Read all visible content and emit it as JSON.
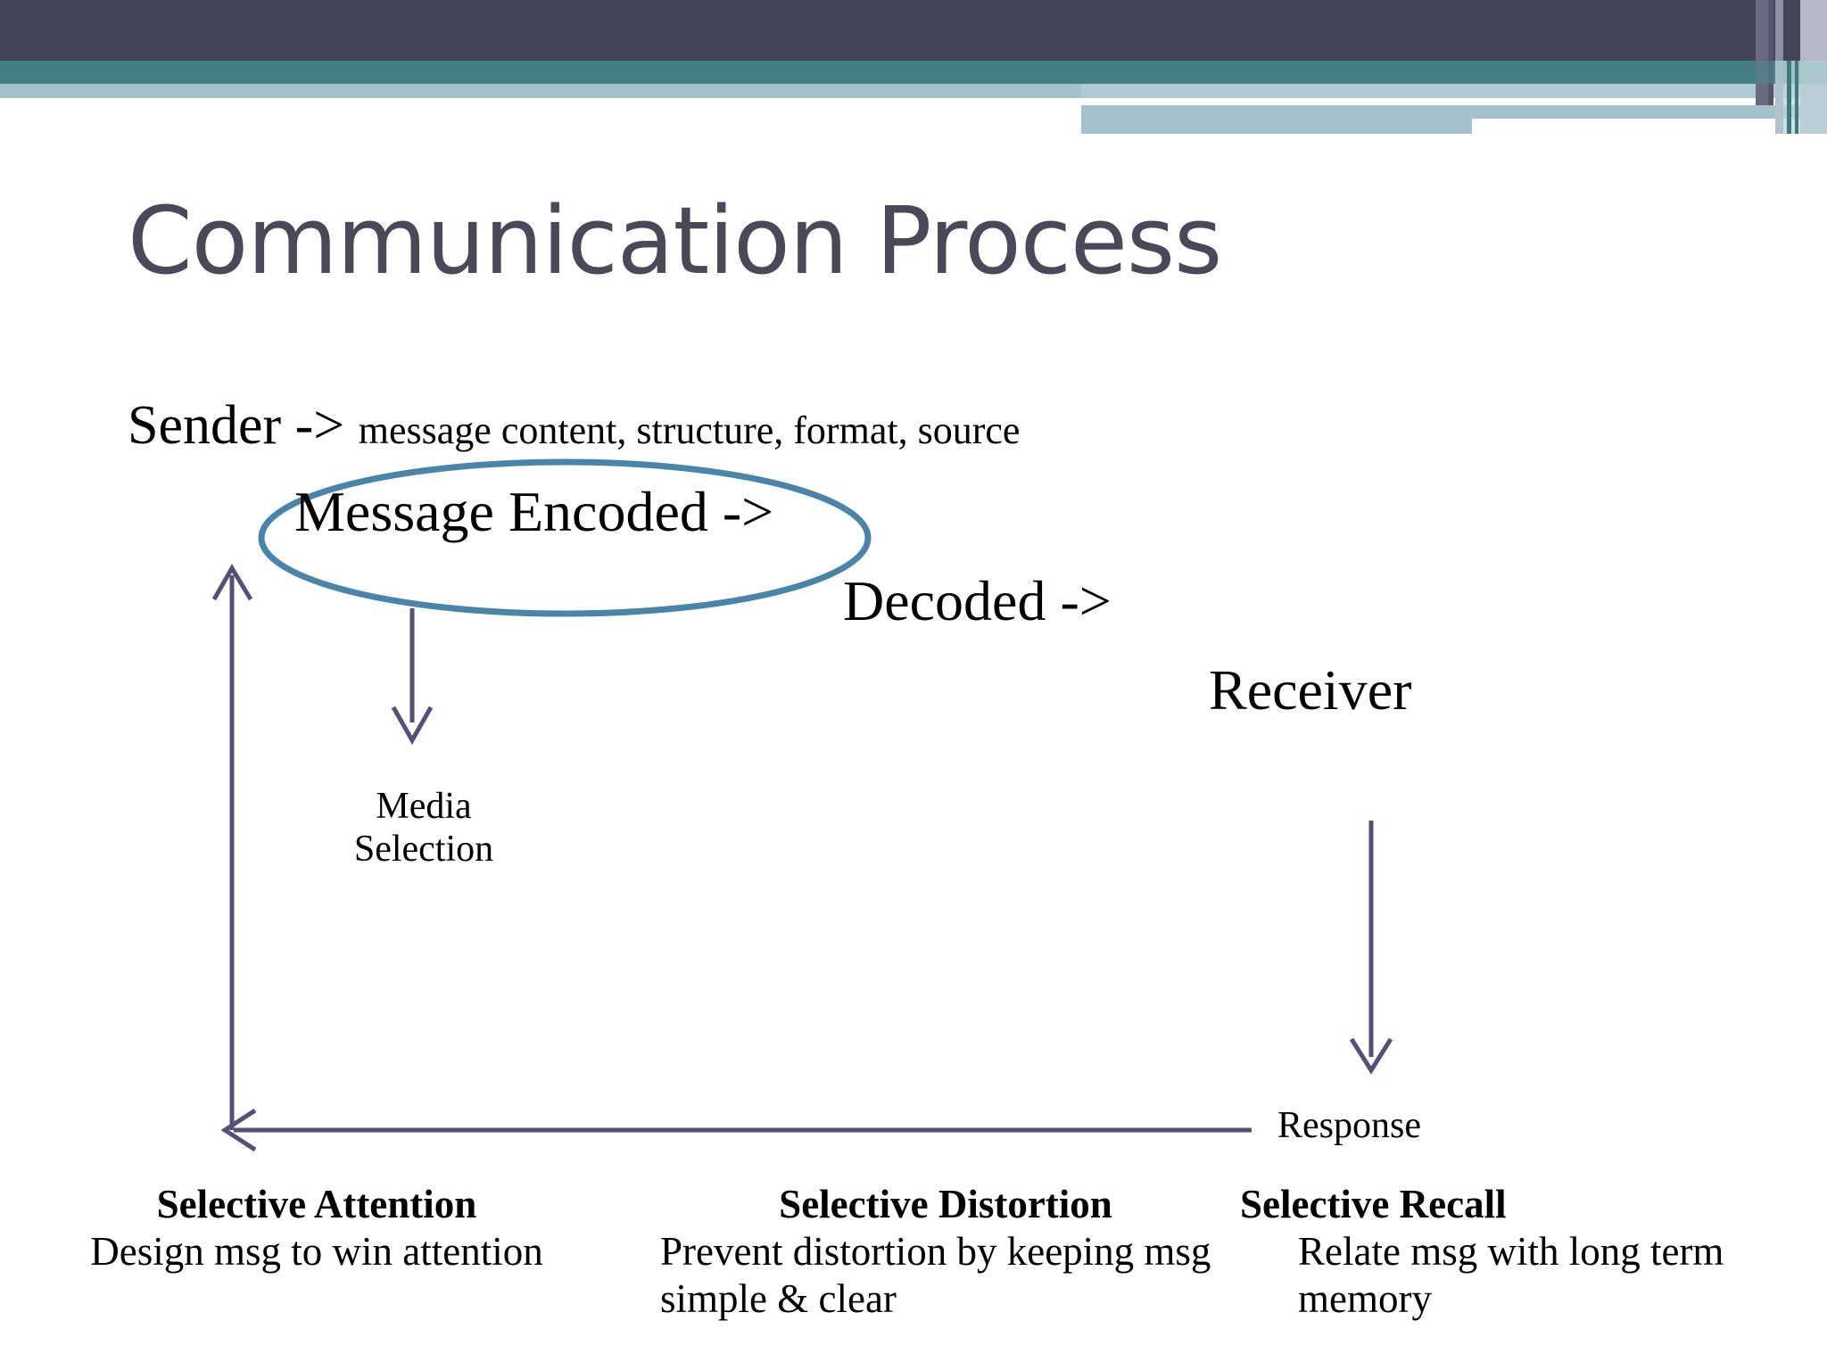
{
  "slide": {
    "title": "Communication Process",
    "background_color": "#ffffff"
  },
  "theme": {
    "band_dark": "#454457",
    "band_teal": "#447f85",
    "band_light": "#a4c2cb",
    "title_color": "#4a4859",
    "ellipse_color": "#4a84a8",
    "arrow_color": "#554f7a",
    "text_color": "#000000"
  },
  "flow": {
    "sender_label": "Sender -> ",
    "sender_detail": "message content, structure, format, source",
    "message_encoded": "Message Encoded",
    "message_encoded_arrow": " ->",
    "decoded": "Decoded ->",
    "receiver": "Receiver",
    "media_selection_line1": "Media",
    "media_selection_line2": "Selection",
    "response": "Response"
  },
  "columns": [
    {
      "heading": "Selective Attention",
      "body": "Design msg to win attention"
    },
    {
      "heading": "Selective Distortion",
      "body": "Prevent distortion by keeping msg simple & clear"
    },
    {
      "heading": "Selective Recall",
      "body": "Relate msg with long term memory"
    }
  ]
}
